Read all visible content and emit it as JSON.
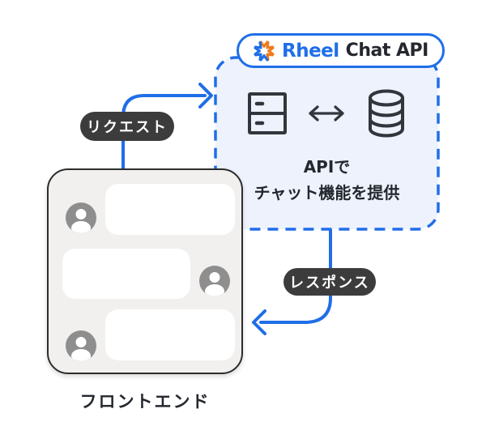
{
  "badge": {
    "logo_icon": "rheel-burst-logo",
    "brand": "Rheel",
    "product": "Chat API"
  },
  "api_box": {
    "caption_line1": "APIで",
    "caption_line2": "チャット機能を提供",
    "icons": [
      "server-icon",
      "bidirectional-arrow-icon",
      "database-icon"
    ]
  },
  "flow": {
    "request_label": "リクエスト",
    "response_label": "レスポンス"
  },
  "frontend": {
    "label": "フロントエンド",
    "chat_rows": [
      {
        "avatar_side": "left"
      },
      {
        "avatar_side": "right"
      },
      {
        "avatar_side": "left"
      }
    ]
  },
  "colors": {
    "primary_blue": "#1f6ee8",
    "accent_orange": "#f0791c",
    "api_box_fill": "#edf2fc",
    "pill_dark": "#3c3c3c",
    "frontend_fill": "#f1f0ee",
    "frontend_border": "#2d2d2d",
    "icon_dark": "#30363c",
    "avatar_gray": "#8e8e8e",
    "text_dark": "#24282e",
    "bubble_white": "#ffffff",
    "canvas_bg": "#ffffff"
  }
}
